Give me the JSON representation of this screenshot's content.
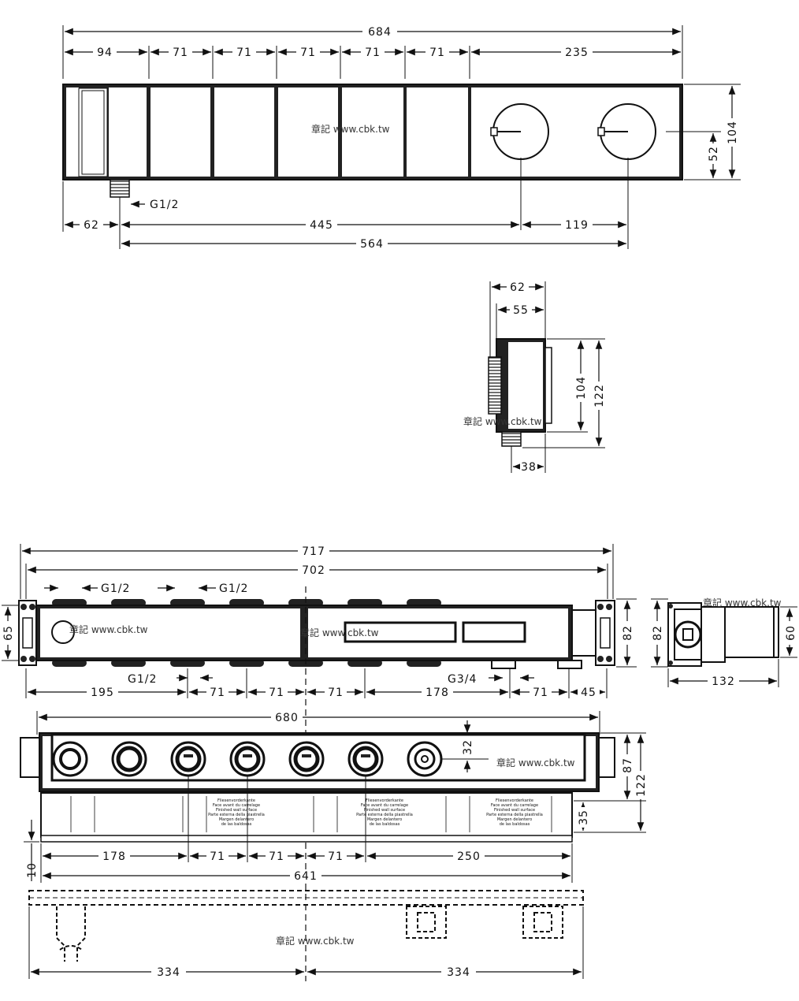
{
  "views": {
    "front": {
      "dims": {
        "total": "684",
        "seg1": "94",
        "seg2": "71",
        "seg3": "71",
        "seg4": "71",
        "seg5": "71",
        "seg6": "71",
        "seg7": "235",
        "height": "104",
        "half_height": "52",
        "left_offset": "62",
        "center_span": "445",
        "right_span": "119",
        "overall_span": "564",
        "thread": "G1/2"
      },
      "watermark": "章記 www.cbk.tw"
    },
    "side": {
      "dims": {
        "depth_total": "62",
        "depth_body": "55",
        "height_body": "104",
        "height_total": "122",
        "outlet": "38"
      },
      "watermark": "章記 www.cbk.tw"
    },
    "body_top": {
      "dims": {
        "total": "717",
        "inner": "702",
        "thread_left": "G1/2",
        "thread_right": "G1/2",
        "height": "82",
        "side_height": "65",
        "bottom_thread_left": "G1/2",
        "bottom_thread_right": "G3/4",
        "b1": "195",
        "b2": "71",
        "b3": "71",
        "b4": "71",
        "b5": "178",
        "b6": "71",
        "b7": "45"
      },
      "watermark": "章記 www.cbk.tw"
    },
    "body_side": {
      "dims": {
        "height": "82",
        "height_right": "60",
        "depth": "132"
      },
      "watermark": "章記 www.cbk.tw"
    },
    "body_front": {
      "dims": {
        "total": "680",
        "offset": "32",
        "h1": "87",
        "h2": "122",
        "h3": "35",
        "left_gap": "10",
        "f1": "178",
        "f2": "71",
        "f3": "71",
        "f4": "71",
        "f5": "250",
        "overall": "641"
      },
      "label_lines": [
        "Fliesenvorderkante",
        "Face avant du carrelage",
        "Finished wall surface",
        "Parte esterna della piastrella",
        "Margen delantero",
        "de las baldosas"
      ],
      "watermark": "章記 www.cbk.tw"
    },
    "mounting": {
      "dims": {
        "left": "334",
        "right": "334"
      },
      "watermark": "章記 www.cbk.tw"
    }
  },
  "colors": {
    "line": "#111111",
    "fill_dark": "#1a1a1a",
    "fill_light": "#ffffff"
  }
}
